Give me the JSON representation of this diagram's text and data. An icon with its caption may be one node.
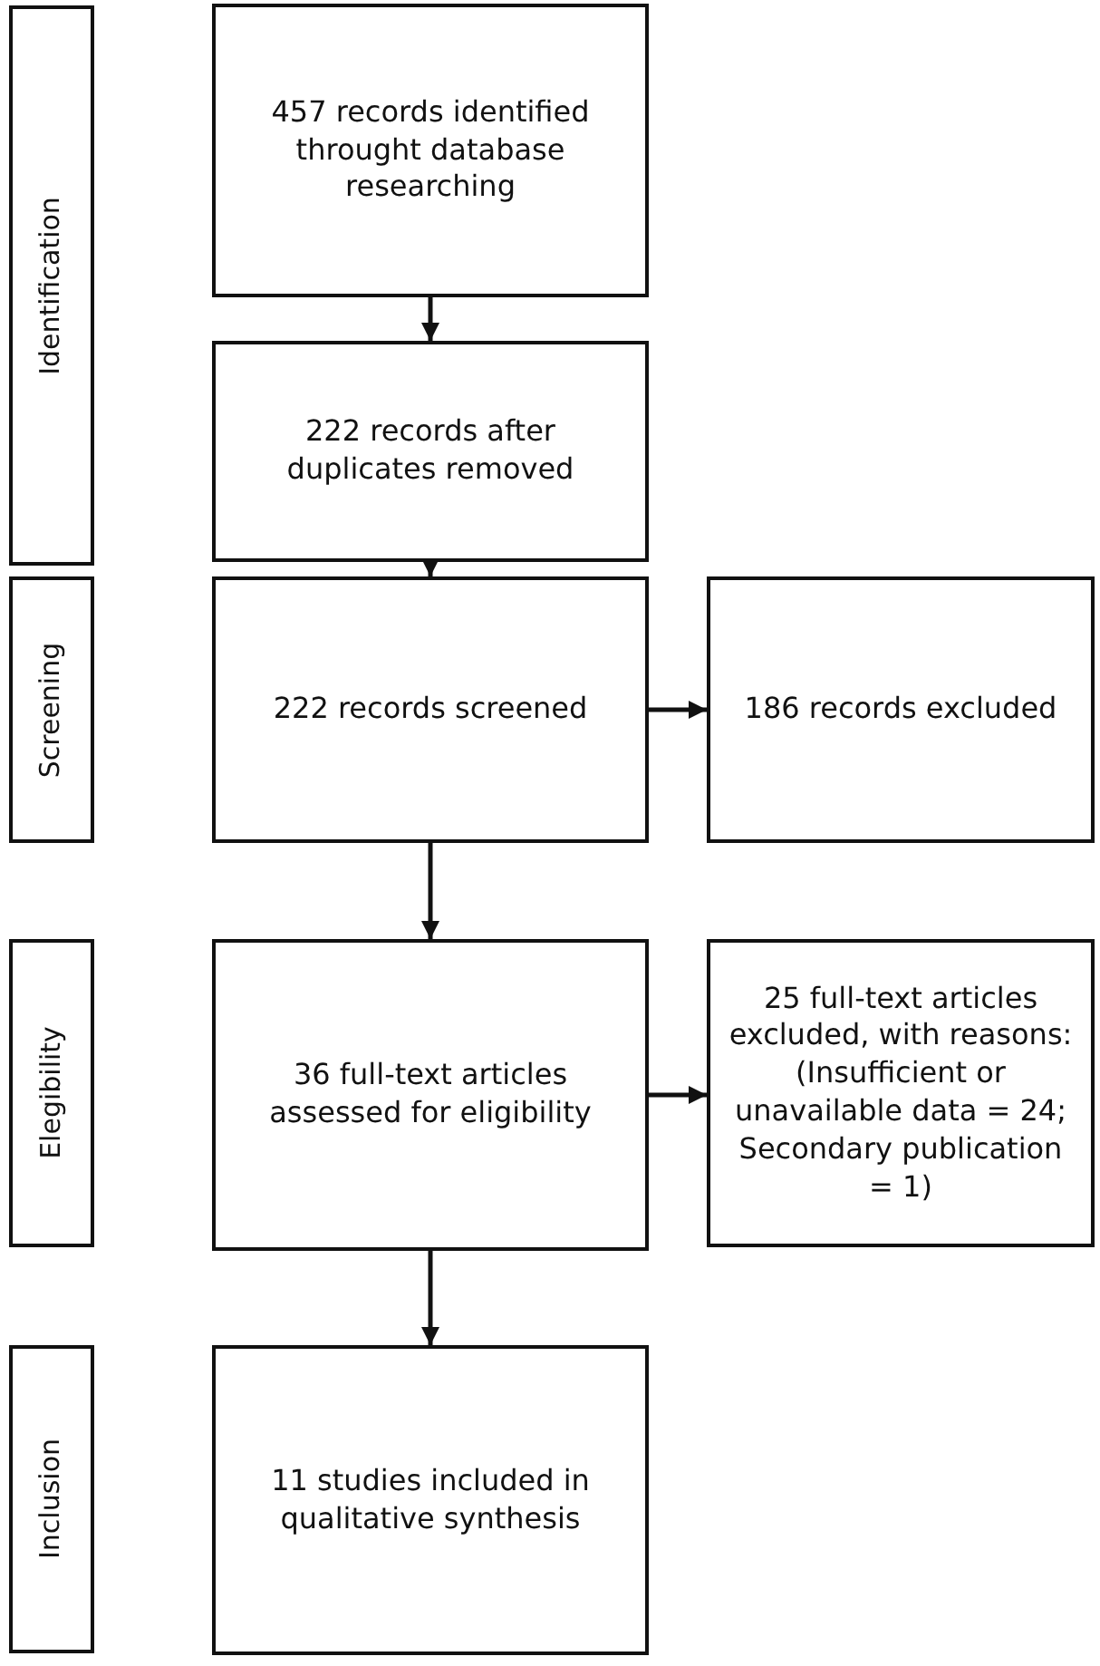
{
  "diagram": {
    "nodes": [
      {
        "text": [
          "Identification"
        ]
      },
      {
        "text": [
          "457 records identified throught database researching"
        ]
      },
      {
        "text": [
          "222 records after duplicates removed"
        ]
      },
      {
        "text": [
          "Screening"
        ]
      },
      {
        "text": [
          "222 records screened"
        ]
      },
      {
        "text": [
          "186 records excluded"
        ]
      },
      {
        "text": [
          "Elegibility"
        ]
      },
      {
        "text": [
          "36 full-text articles assessed for eligibility"
        ]
      },
      {
        "text": [
          "25 full-text articles excluded, with reasons: (Insufficient or unavailable data = 24; Secondary publication = 1)"
        ]
      },
      {
        "text": [
          "Inclusion"
        ]
      },
      {
        "text": [
          "11 studies included in qualitative synthesis"
        ]
      }
    ],
    "edges": [
      {
        "from": 1,
        "to": 2,
        "arrow": "to"
      },
      {
        "from": 2,
        "to": 4,
        "arrow": "to"
      },
      {
        "from": 4,
        "to": 5,
        "arrow": "to"
      },
      {
        "from": 4,
        "to": 7,
        "arrow": "to"
      },
      {
        "from": 7,
        "to": 8,
        "arrow": "to"
      },
      {
        "from": 7,
        "to": 10,
        "arrow": "to"
      }
    ]
  }
}
